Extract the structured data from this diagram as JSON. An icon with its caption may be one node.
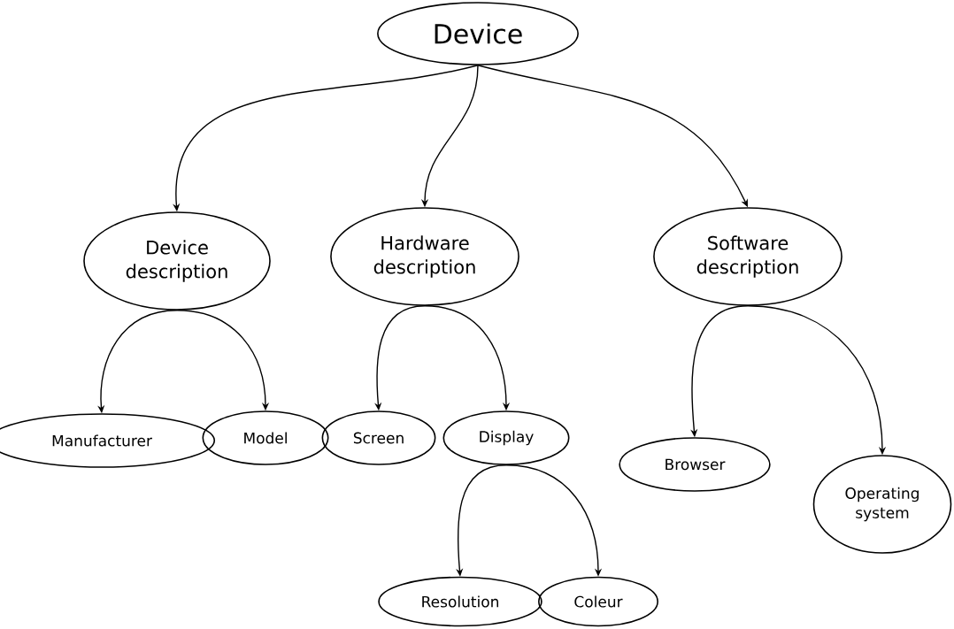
{
  "diagram": {
    "nodes": [
      {
        "text": [
          "Device"
        ]
      },
      {
        "text": [
          "Device description"
        ]
      },
      {
        "text": [
          "Hardware description"
        ]
      },
      {
        "text": [
          "Software description"
        ]
      },
      {
        "text": [
          "Manufacturer"
        ]
      },
      {
        "text": [
          "Model"
        ]
      },
      {
        "text": [
          "Screen"
        ]
      },
      {
        "text": [
          "Display"
        ]
      },
      {
        "text": [
          "Browser"
        ]
      },
      {
        "text": [
          "Operating system"
        ]
      },
      {
        "text": [
          "Resolution"
        ]
      },
      {
        "text": [
          "Coleur"
        ]
      }
    ],
    "edges": [
      {
        "from": 0,
        "to": 1,
        "arrow": "to"
      },
      {
        "from": 0,
        "to": 2,
        "arrow": "to"
      },
      {
        "from": 0,
        "to": 3,
        "arrow": "to"
      },
      {
        "from": 1,
        "to": 4,
        "arrow": "to"
      },
      {
        "from": 1,
        "to": 5,
        "arrow": "to"
      },
      {
        "from": 2,
        "to": 6,
        "arrow": "to"
      },
      {
        "from": 2,
        "to": 7,
        "arrow": "to"
      },
      {
        "from": 3,
        "to": 8,
        "arrow": "to"
      },
      {
        "from": 3,
        "to": 9,
        "arrow": "to"
      },
      {
        "from": 7,
        "to": 10,
        "arrow": "to"
      },
      {
        "from": 7,
        "to": 11,
        "arrow": "to"
      }
    ]
  }
}
